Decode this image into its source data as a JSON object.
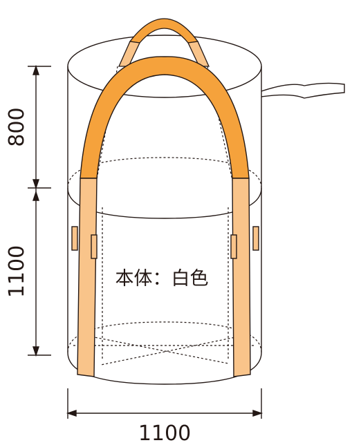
{
  "dimensions": {
    "top_height": "800",
    "body_height": "1100",
    "diameter": "1100"
  },
  "body_label": "本体：白色",
  "colors": {
    "outline": "#231815",
    "belt_fill": "#f9c48a",
    "belt_highlight": "#f5a23c",
    "background": "#ffffff"
  }
}
